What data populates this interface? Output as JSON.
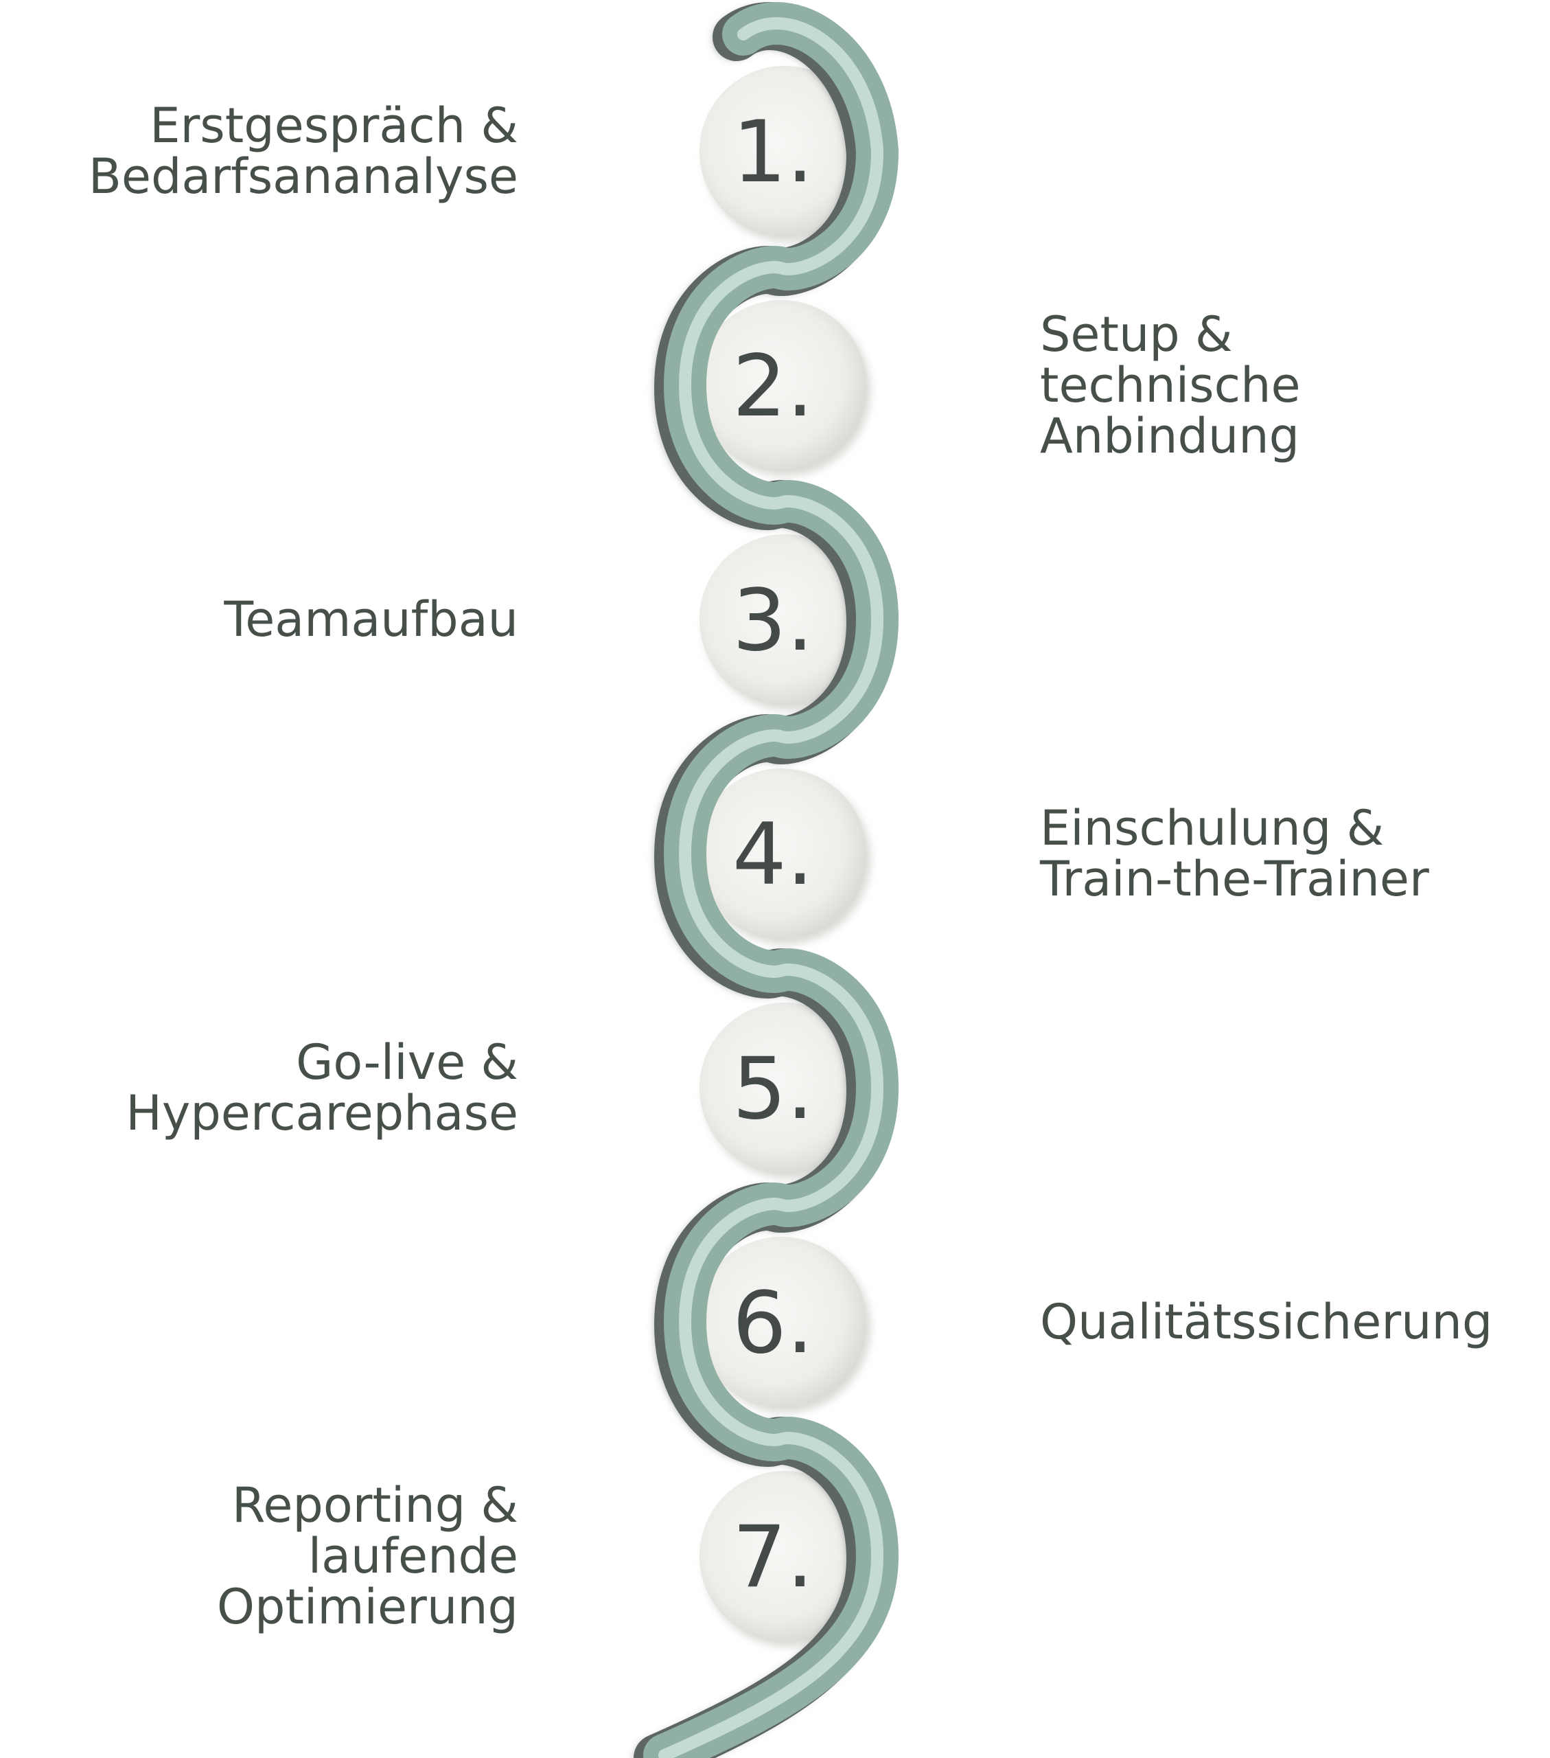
{
  "colors": {
    "ribbon_light": "#d8e9e1",
    "ribbon_mid": "#9fbdb0",
    "ribbon_dark": "#62807a",
    "ribbon_shadow": "#4a4f4d",
    "disc_center": "#f4f4f2",
    "disc_edge": "#d4d4d0",
    "text": "#465049"
  },
  "steps": [
    {
      "number": "1.",
      "side": "left",
      "lines": [
        "Erstgespräch &",
        "Bedarfsananalyse"
      ]
    },
    {
      "number": "2.",
      "side": "right",
      "lines": [
        "Setup &",
        "technische",
        "Anbindung"
      ]
    },
    {
      "number": "3.",
      "side": "left",
      "lines": [
        "Teamaufbau"
      ]
    },
    {
      "number": "4.",
      "side": "right",
      "lines": [
        "Einschulung &",
        "Train-the-Trainer"
      ]
    },
    {
      "number": "5.",
      "side": "left",
      "lines": [
        "Go-live &",
        "Hypercarephase"
      ]
    },
    {
      "number": "6.",
      "side": "right",
      "lines": [
        "Qualitätssicherung"
      ]
    },
    {
      "number": "7.",
      "side": "left",
      "lines": [
        "Reporting &",
        "laufende",
        "Optimierung"
      ]
    }
  ]
}
